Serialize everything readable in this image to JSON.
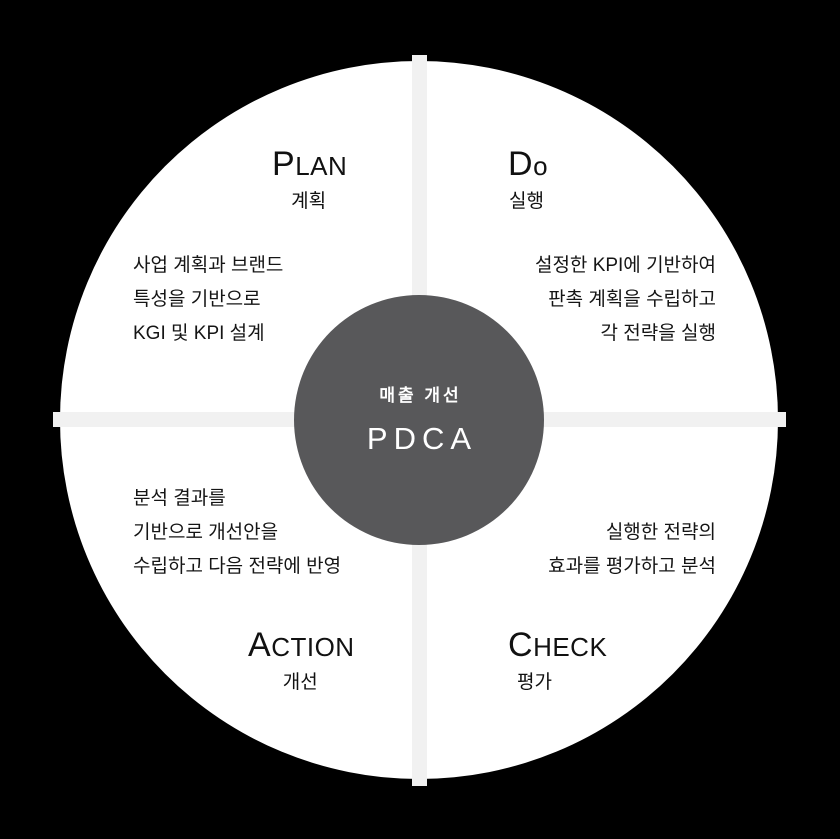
{
  "diagram": {
    "type": "pdca-cycle",
    "center": {
      "subtitle": "매출 개선",
      "title": "PDCA"
    },
    "quadrants": [
      {
        "id": "plan",
        "heading_initial": "P",
        "heading_rest": "LAN",
        "heading_full": "PLAN",
        "heading_kr": "계획",
        "body": "사업 계획과 브랜드\n특성을 기반으로\nKGI 및 KPI 설계"
      },
      {
        "id": "do",
        "heading_initial": "D",
        "heading_rest": "o",
        "heading_full": "Do",
        "heading_kr": "실행",
        "body": "설정한 KPI에 기반하여\n판촉 계획을 수립하고\n각 전략을 실행"
      },
      {
        "id": "action",
        "heading_initial": "A",
        "heading_rest": "CTION",
        "heading_full": "ACTION",
        "heading_kr": "개선",
        "body": "분석 결과를\n기반으로 개선안을\n수립하고 다음 전략에 반영"
      },
      {
        "id": "check",
        "heading_initial": "C",
        "heading_rest": "HECK",
        "heading_full": "CHECK",
        "heading_kr": "평가",
        "body": "실행한 전략의\n효과를 평가하고 분석"
      }
    ],
    "colors": {
      "background": "#000000",
      "disc": "#ffffff",
      "cross": "#f1f1f1",
      "hub": "#58585a",
      "hub_text": "#ffffff",
      "body_text": "#151515"
    }
  }
}
